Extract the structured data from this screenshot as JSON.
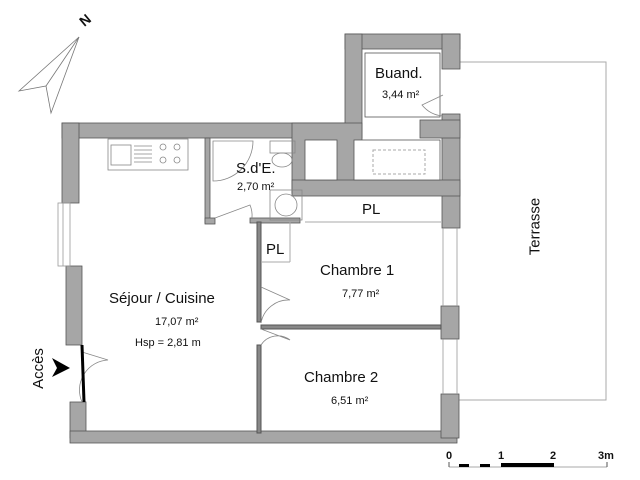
{
  "north": {
    "label": "N"
  },
  "rooms": {
    "buanderie": {
      "name": "Buand.",
      "area": "3,44 m²"
    },
    "salle_eau": {
      "name": "S.d'E.",
      "area": "2,70 m²"
    },
    "placard_1": {
      "name": "PL"
    },
    "placard_2": {
      "name": "PL"
    },
    "chambre1": {
      "name": "Chambre 1",
      "area": "7,77 m²"
    },
    "sejour": {
      "name": "Séjour / Cuisine",
      "area": "17,07 m²",
      "height": "Hsp = 2,81 m"
    },
    "chambre2": {
      "name": "Chambre 2",
      "area": "6,51 m²"
    },
    "terrasse": {
      "name": "Terrasse"
    }
  },
  "access": {
    "label": "Accès"
  },
  "scale": {
    "ticks": [
      "0",
      "1",
      "2",
      "3m"
    ]
  },
  "colors": {
    "wall": "#a6a6a6",
    "wall_stroke": "#555555",
    "line": "#999999"
  }
}
